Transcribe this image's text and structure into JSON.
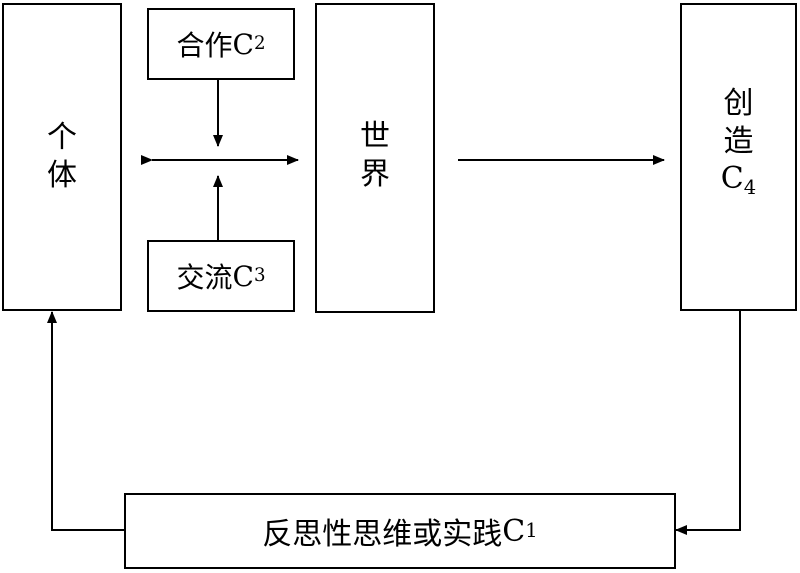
{
  "individual": {
    "chars": [
      "个",
      "体"
    ]
  },
  "world": {
    "chars": [
      "世",
      "界"
    ]
  },
  "creation": {
    "chars": [
      "创",
      "造"
    ],
    "symbol": "C",
    "subscript": "4"
  },
  "cooperation": {
    "label": "合作",
    "symbol": "C",
    "subscript": "2"
  },
  "communication": {
    "label": "交流",
    "symbol": "C",
    "subscript": "3"
  },
  "reflection": {
    "label": "反思性思维或实践",
    "symbol": "C",
    "subscript": "1"
  }
}
